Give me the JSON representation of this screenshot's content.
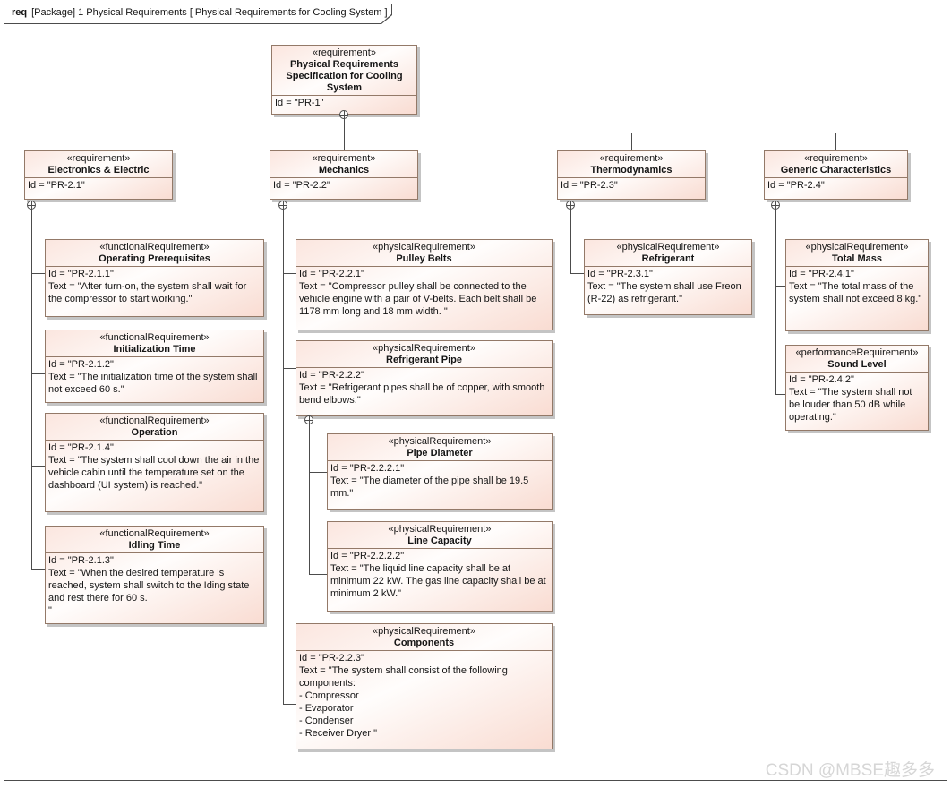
{
  "frame": {
    "title_keyword": "req",
    "title_text": "[Package] 1 Physical Requirements [ Physical Requirements for Cooling System ]"
  },
  "watermark": "CSDN @MBSE趣多多",
  "colors": {
    "box_border": "#937968",
    "box_fill_pink": "#f9dcd2",
    "box_fill_light": "#fffdfc",
    "box_shadow": "#c4c4c4",
    "connector": "#4c4c4c"
  },
  "nodes": {
    "pr1": {
      "stereotype": "«requirement»",
      "name": "Physical Requirements Specification for Cooling System",
      "id": "Id = \"PR-1\""
    },
    "pr21": {
      "stereotype": "«requirement»",
      "name": "Electronics & Electric",
      "id": "Id = \"PR-2.1\""
    },
    "pr22": {
      "stereotype": "«requirement»",
      "name": "Mechanics",
      "id": "Id = \"PR-2.2\""
    },
    "pr23": {
      "stereotype": "«requirement»",
      "name": "Thermodynamics",
      "id": "Id = \"PR-2.3\""
    },
    "pr24": {
      "stereotype": "«requirement»",
      "name": "Generic Characteristics",
      "id": "Id = \"PR-2.4\""
    },
    "pr211": {
      "stereotype": "«functionalRequirement»",
      "name": "Operating Prerequisites",
      "id": "Id = \"PR-2.1.1\"",
      "text": "Text = \"After turn-on, the system shall wait for the compressor to start working.\""
    },
    "pr212": {
      "stereotype": "«functionalRequirement»",
      "name": "Initialization Time",
      "id": "Id = \"PR-2.1.2\"",
      "text": "Text = \"The initialization time of the system shall not exceed 60 s.\""
    },
    "pr214": {
      "stereotype": "«functionalRequirement»",
      "name": "Operation",
      "id": "Id = \"PR-2.1.4\"",
      "text": "Text = \"The system shall cool down the air in the vehicle cabin until the temperature set on the dashboard (UI system) is reached.\""
    },
    "pr213": {
      "stereotype": "«functionalRequirement»",
      "name": "Idling Time",
      "id": "Id = \"PR-2.1.3\"",
      "text": "Text = \"When the desired temperature is reached, system shall switch to the Iding state and rest there for 60 s.\n\""
    },
    "pr221": {
      "stereotype": "«physicalRequirement»",
      "name": "Pulley Belts",
      "id": "Id = \"PR-2.2.1\"",
      "text": "Text = \"Compressor pulley shall be connected to the vehicle engine with a pair of V-belts. Each belt shall be 1178 mm long and 18 mm width. \""
    },
    "pr222": {
      "stereotype": "«physicalRequirement»",
      "name": "Refrigerant Pipe",
      "id": "Id = \"PR-2.2.2\"",
      "text": "Text = \"Refrigerant pipes shall be of copper, with smooth bend elbows.\""
    },
    "pr2221": {
      "stereotype": "«physicalRequirement»",
      "name": "Pipe Diameter",
      "id": "Id = \"PR-2.2.2.1\"",
      "text": "Text = \"The diameter of the pipe shall be 19.5 mm.\""
    },
    "pr2222": {
      "stereotype": "«physicalRequirement»",
      "name": "Line Capacity",
      "id": "Id = \"PR-2.2.2.2\"",
      "text": "Text = \"The liquid line capacity shall be at minimum 22 kW. The gas line capacity shall be at minimum 2 kW.\""
    },
    "pr223": {
      "stereotype": "«physicalRequirement»",
      "name": "Components",
      "id": "Id = \"PR-2.2.3\"",
      "text": "Text = \"The system shall consist of the following components:\n- Compressor\n- Evaporator\n- Condenser\n- Receiver Dryer \""
    },
    "pr231": {
      "stereotype": "«physicalRequirement»",
      "name": "Refrigerant",
      "id": "Id = \"PR-2.3.1\"",
      "text": "Text = \"The system shall use Freon (R-22) as refrigerant.\""
    },
    "pr241": {
      "stereotype": "«physicalRequirement»",
      "name": "Total Mass",
      "id": "Id = \"PR-2.4.1\"",
      "text": "Text = \"The total mass of the system shall not exceed 8 kg.\""
    },
    "pr242": {
      "stereotype": "«performanceRequirement»",
      "name": "Sound Level",
      "id": "Id = \"PR-2.4.2\"",
      "text": "Text = \"The system shall not be louder than 50 dB while operating.\""
    }
  }
}
